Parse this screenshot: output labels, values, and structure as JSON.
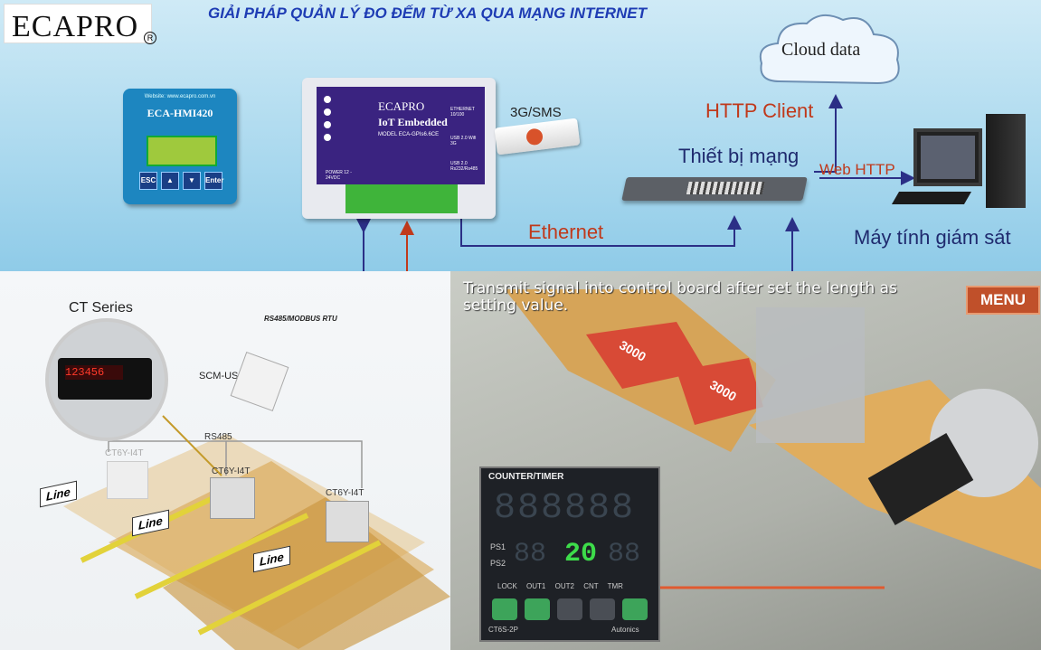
{
  "header": {
    "logo_text": "ECAPRO",
    "logo_registered": "R",
    "title": "GIẢI PHÁP QUẢN LÝ ĐO ĐẾM TỪ XA QUA MẠNG INTERNET"
  },
  "hmi": {
    "website": "Website: www.ecapro.com.vn",
    "name": "ECA-HMI420",
    "buttons": [
      "ESC",
      "▲",
      "▼",
      "Enter"
    ]
  },
  "gateway": {
    "brand": "ECAPRO",
    "name": "IoT  Embedded",
    "model": "MODEL  ECA-GPIs6.6CE",
    "ethernet_port": "ETHERNET 10/100",
    "usb_wifi": "USB 2.0 Wifi 3G",
    "usb_rs": "USB 2.0 Rs232/Rs485",
    "power": "POWER 12 - 24VDC"
  },
  "network": {
    "modem_label": "3G/SMS",
    "cloud_label": "Cloud data",
    "http_client_label": "HTTP Client",
    "switch_label": "Thiết bị mạng",
    "web_http_label": "Web HTTP",
    "ethernet_label": "Ethernet",
    "pc_label": "Máy tính giám sát",
    "colors": {
      "red_label": "#c0391b",
      "blue_label": "#1f2a6e",
      "line": "#2b2f86"
    }
  },
  "left_photo": {
    "series_label": "CT Series",
    "meter_digits": "123456",
    "rs485_modbus": "RS485/MODBUS RTU",
    "converter_label": "SCM-US48I",
    "rs485": "RS485",
    "counter_labels": [
      "CT6Y-I4T",
      "CT6Y-I4T",
      "CT6Y-I4T"
    ],
    "line_labels": [
      "Line",
      "Line",
      "Line"
    ]
  },
  "right_photo": {
    "caption": "Transmit signal into control board after set the length as setting value.",
    "menu_label": "MENU",
    "box_labels": [
      "3000",
      "3000"
    ],
    "counter_title": "COUNTER/TIMER",
    "ps1_label": "PS1",
    "ps2_label": "PS2",
    "ps2_value": "20",
    "button_labels": [
      "LOCK",
      "OUT1",
      "OUT2",
      "CNT",
      "TMR"
    ],
    "model": "CT6S-2P",
    "brand": "Autonics"
  }
}
